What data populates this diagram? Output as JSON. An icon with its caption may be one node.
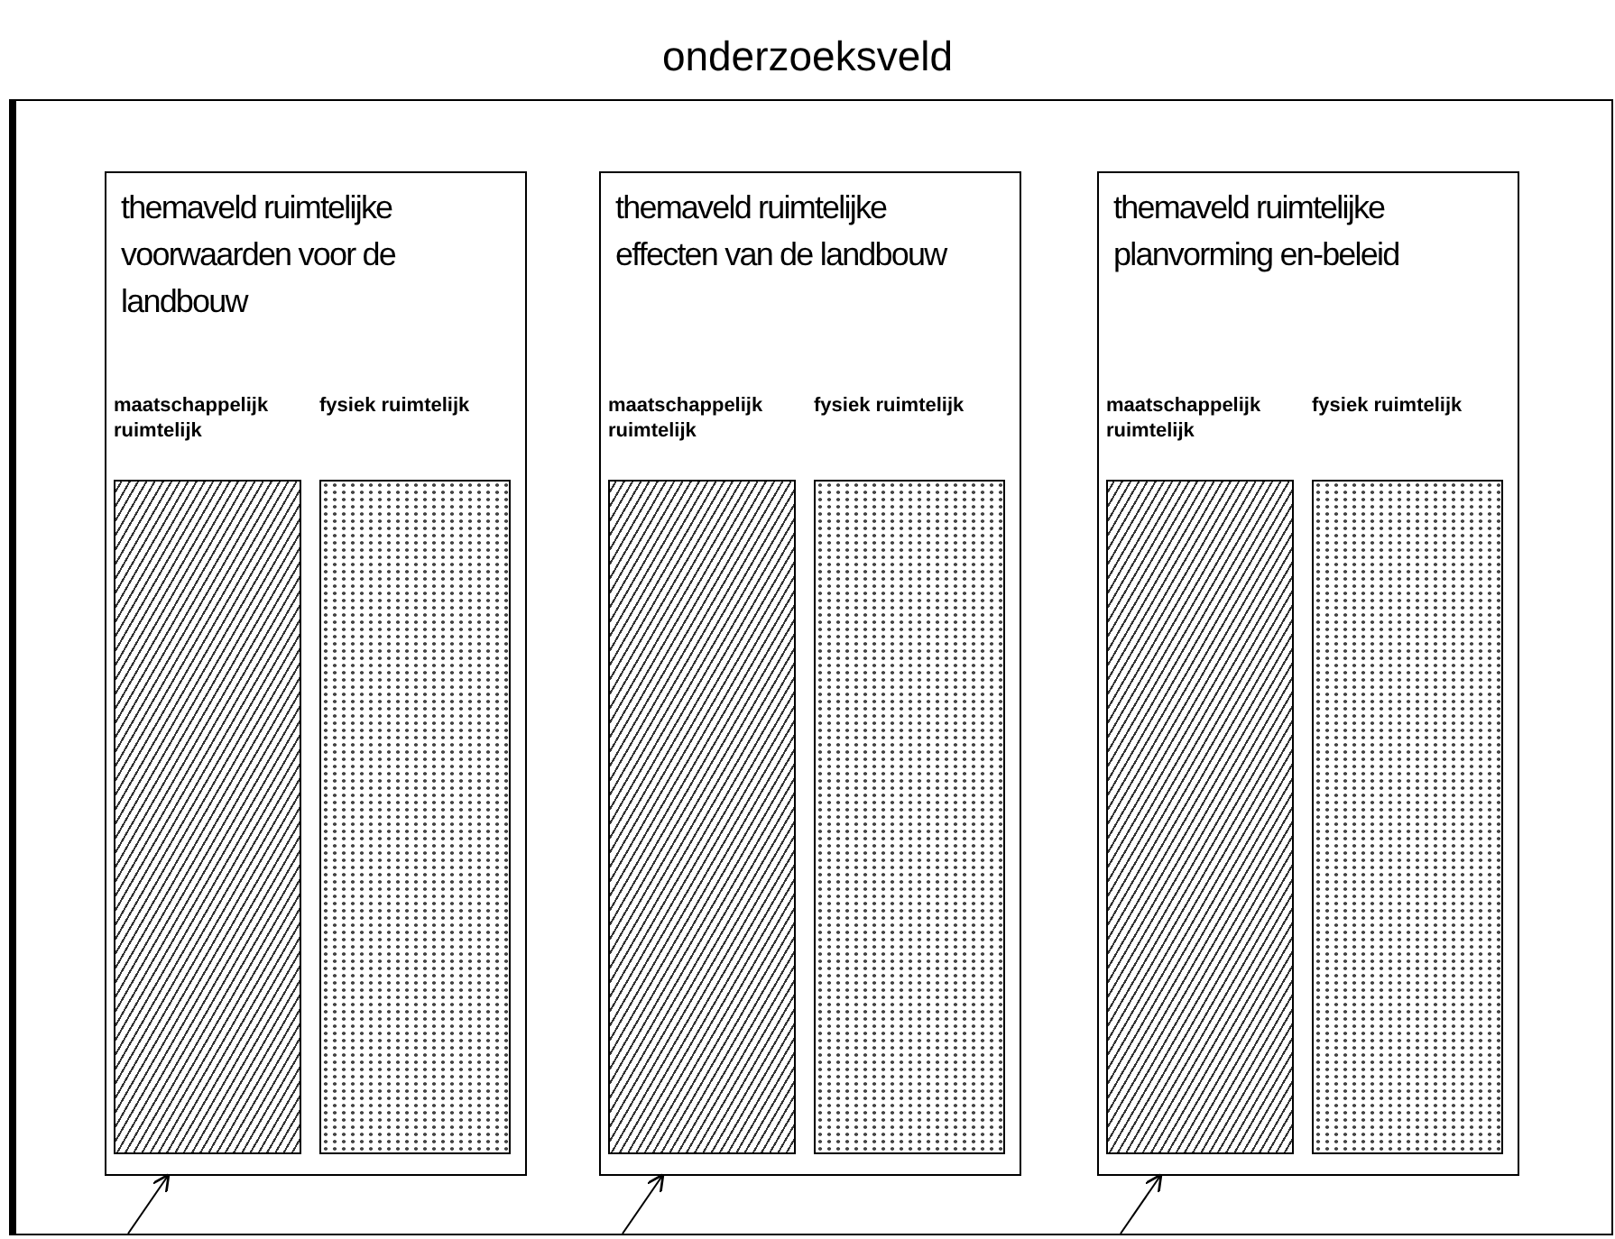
{
  "diagram": {
    "nodes": [
      {
        "text": [
          "onderzoeksveld"
        ]
      },
      {
        "text": [
          "themaveld ruimtelijke voorwaarden voor de landbouw"
        ],
        "in": 0
      },
      {
        "text": [
          "maatschappelijk ruimtelijk"
        ],
        "in": 1
      },
      {
        "text": [
          "fysiek ruimtelijk"
        ],
        "in": 1
      },
      {
        "text": [
          "themaveld ruimtelijke effecten van de landbouw"
        ],
        "in": 0
      },
      {
        "text": [
          "maatschappelijk ruimtelijk"
        ],
        "in": 4
      },
      {
        "text": [
          "fysiek ruimtelijk"
        ],
        "in": 4
      },
      {
        "text": [
          "themaveld ruimtelijke planvorming en-beleid"
        ],
        "in": 0
      },
      {
        "text": [
          "maatschappelijk ruimtelijk"
        ],
        "in": 7
      },
      {
        "text": [
          "fysiek ruimtelijk"
        ],
        "in": 7
      }
    ],
    "edges": [
      {
        "from": null,
        "to": 1,
        "arrow": "to"
      },
      {
        "from": null,
        "to": 4,
        "arrow": "to"
      },
      {
        "from": null,
        "to": 7,
        "arrow": "to"
      }
    ]
  }
}
